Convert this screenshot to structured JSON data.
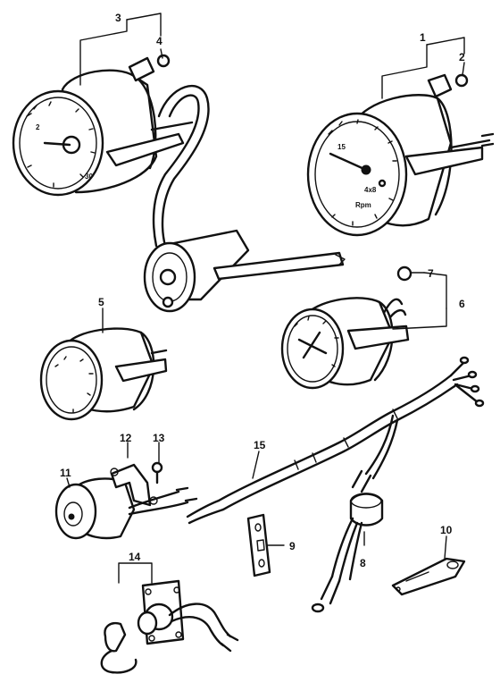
{
  "callouts": [
    {
      "id": "3",
      "text": "3"
    },
    {
      "id": "4",
      "text": "4"
    },
    {
      "id": "1",
      "text": "1"
    },
    {
      "id": "2",
      "text": "2"
    },
    {
      "id": "7",
      "text": "7"
    },
    {
      "id": "6",
      "text": "6"
    },
    {
      "id": "5",
      "text": "5"
    },
    {
      "id": "12",
      "text": "12"
    },
    {
      "id": "13",
      "text": "13"
    },
    {
      "id": "11",
      "text": "11"
    },
    {
      "id": "15",
      "text": "15"
    },
    {
      "id": "9",
      "text": "9"
    },
    {
      "id": "8",
      "text": "8"
    },
    {
      "id": "10",
      "text": "10"
    },
    {
      "id": "14",
      "text": "14"
    }
  ],
  "colors": {
    "ink": "#111111",
    "paper": "#ffffff"
  }
}
